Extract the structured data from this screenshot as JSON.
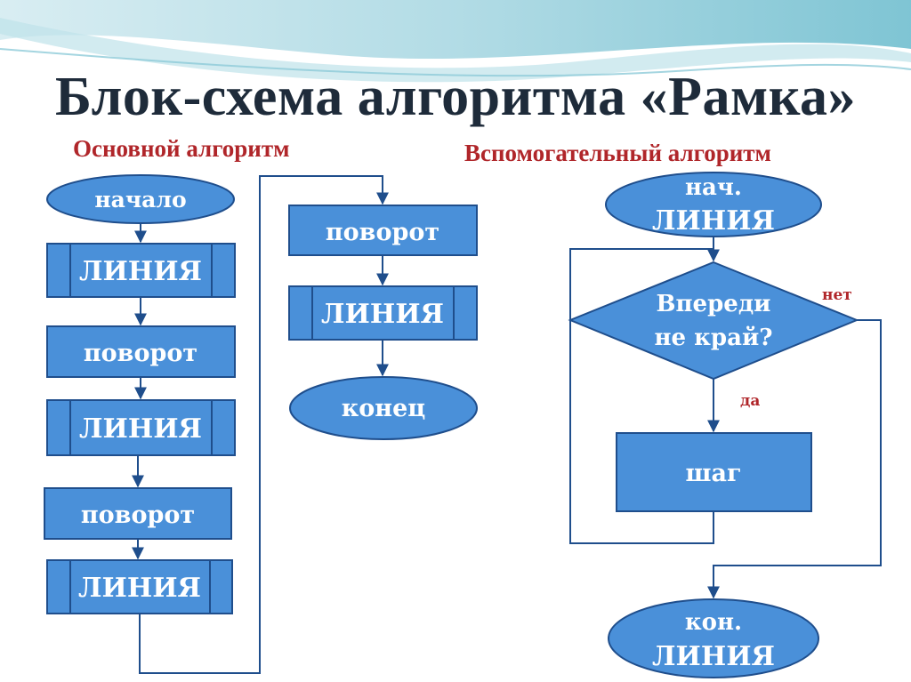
{
  "title": "Блок-схема алгоритма «Рамка»",
  "main_algorithm": {
    "heading": "Основной алгоритм",
    "start": "начало",
    "blocks": [
      "ЛИНИЯ",
      "поворот",
      "ЛИНИЯ",
      "поворот",
      "ЛИНИЯ",
      "поворот",
      "ЛИНИЯ"
    ],
    "end": "конец"
  },
  "aux_algorithm": {
    "heading": "Вспомогательный алгоритм",
    "start_line1": "нач.",
    "start_line2": "ЛИНИЯ",
    "condition_line1": "Впереди",
    "condition_line2": "не край?",
    "no_label": "нет",
    "yes_label": "да",
    "step": "шаг",
    "end_line1": "кон.",
    "end_line2": "ЛИНИЯ"
  },
  "colors": {
    "shape_fill": "#4a90d9",
    "shape_stroke": "#1f4e8c",
    "connector": "#1f4e8c",
    "title": "#1e2b3a",
    "heading": "#b0262a"
  }
}
